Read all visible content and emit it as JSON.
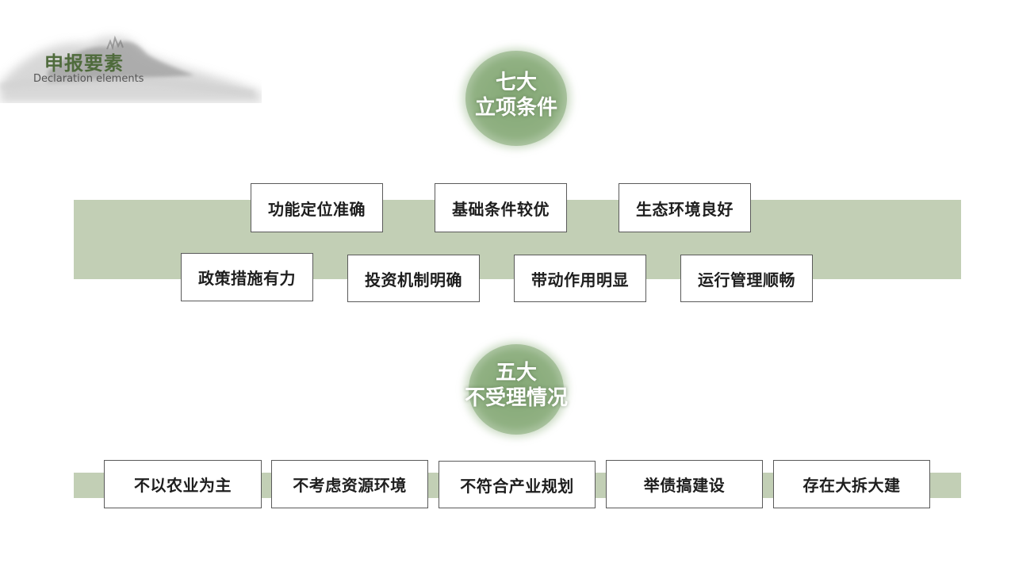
{
  "header": {
    "title": "申报要素",
    "subtitle": "Declaration elements"
  },
  "section1": {
    "circle_line1": "七大",
    "circle_line2": "立项条件",
    "items": [
      "功能定位准确",
      "基础条件较优",
      "生态环境良好",
      "政策措施有力",
      "投资机制明确",
      "带动作用明显",
      "运行管理顺畅"
    ]
  },
  "section2": {
    "circle_line1": "五大",
    "circle_line2": "不受理情况",
    "items": [
      "不以农业为主",
      "不考虑资源环境",
      "不符合产业规划",
      "举债搞建设",
      "存在大拆大建"
    ]
  },
  "colors": {
    "band": "#c2cfb5",
    "ink_green": "#7fa36f",
    "title_green": "#4f6b3c"
  }
}
